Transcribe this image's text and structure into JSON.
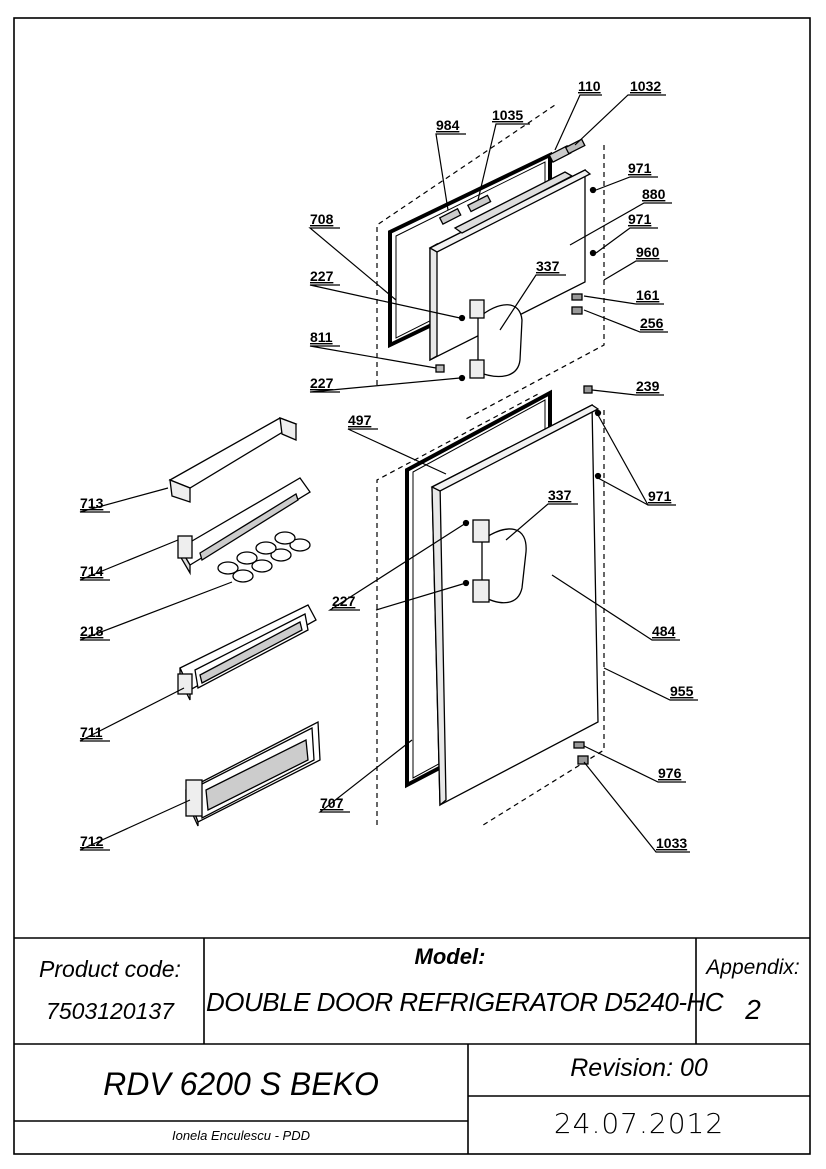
{
  "parts": [
    {
      "id": "p110",
      "label": "110"
    },
    {
      "id": "p1032",
      "label": "1032"
    },
    {
      "id": "p984",
      "label": "984"
    },
    {
      "id": "p1035",
      "label": "1035"
    },
    {
      "id": "p971a",
      "label": "971"
    },
    {
      "id": "p880",
      "label": "880"
    },
    {
      "id": "p971b",
      "label": "971"
    },
    {
      "id": "p708",
      "label": "708"
    },
    {
      "id": "p960",
      "label": "960"
    },
    {
      "id": "p337a",
      "label": "337"
    },
    {
      "id": "p227a",
      "label": "227"
    },
    {
      "id": "p161",
      "label": "161"
    },
    {
      "id": "p256",
      "label": "256"
    },
    {
      "id": "p811",
      "label": "811"
    },
    {
      "id": "p227b",
      "label": "227"
    },
    {
      "id": "p239",
      "label": "239"
    },
    {
      "id": "p497",
      "label": "497"
    },
    {
      "id": "p713",
      "label": "713"
    },
    {
      "id": "p971c",
      "label": "971"
    },
    {
      "id": "p337b",
      "label": "337"
    },
    {
      "id": "p714",
      "label": "714"
    },
    {
      "id": "p227c",
      "label": "227"
    },
    {
      "id": "p218",
      "label": "218"
    },
    {
      "id": "p484",
      "label": "484"
    },
    {
      "id": "p955",
      "label": "955"
    },
    {
      "id": "p711",
      "label": "711"
    },
    {
      "id": "p976",
      "label": "976"
    },
    {
      "id": "p707",
      "label": "707"
    },
    {
      "id": "p712",
      "label": "712"
    },
    {
      "id": "p1033",
      "label": "1033"
    }
  ],
  "title_block": {
    "product_code_label": "Product code:",
    "product_code": "7503120137",
    "model_label": "Model:",
    "model": "DOUBLE DOOR REFRIGERATOR D5240-HC",
    "appendix_label": "Appendix:",
    "appendix": "2",
    "product_name": "RDV 6200 S BEKO",
    "revision": "Revision: 00",
    "date": "24.07.2012",
    "author": "Ionela Enculescu - PDD"
  }
}
